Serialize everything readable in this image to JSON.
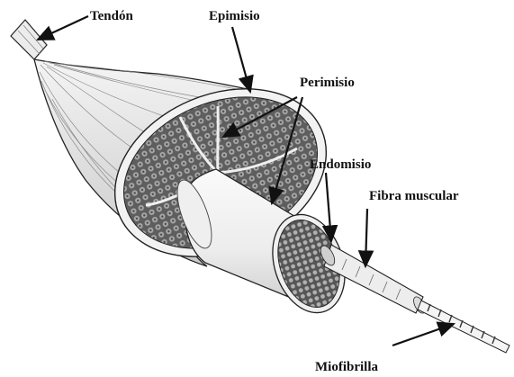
{
  "labels": {
    "tendon": "Tendón",
    "epimysium": "Epimisio",
    "perimysium": "Perimisio",
    "endomysium": "Endomisio",
    "muscle_fiber": "Fibra muscular",
    "myofibril": "Miofibrilla"
  },
  "colors": {
    "ink": "#111111",
    "muscle_fill": "#e4e4e4",
    "fascicle_fill": "#6e6e6e",
    "cylinder_fill": "#f2f2f2"
  }
}
